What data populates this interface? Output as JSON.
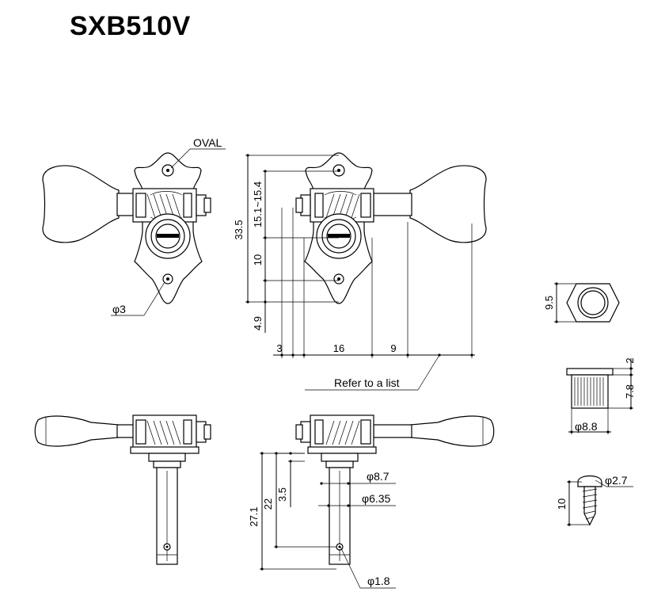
{
  "title": "SXB510V",
  "labels": {
    "oval": "OVAL",
    "phi3": "φ3",
    "refer": "Refer to a list"
  },
  "dims_top": {
    "d335": "33.5",
    "d151": "15.1~15.4",
    "d10": "10",
    "d49": "4.9",
    "d3": "3",
    "d16": "16",
    "d9": "9"
  },
  "dims_bottom": {
    "d271": "27.1",
    "d22": "22",
    "d35": "3.5",
    "phi87": "φ8.7",
    "phi635": "φ6.35",
    "phi18": "φ1.8"
  },
  "dims_parts": {
    "d95": "9.5",
    "d2": "2",
    "d78": "7.8",
    "phi88": "φ8.8",
    "d10s": "10",
    "phi27": "φ2.7"
  }
}
